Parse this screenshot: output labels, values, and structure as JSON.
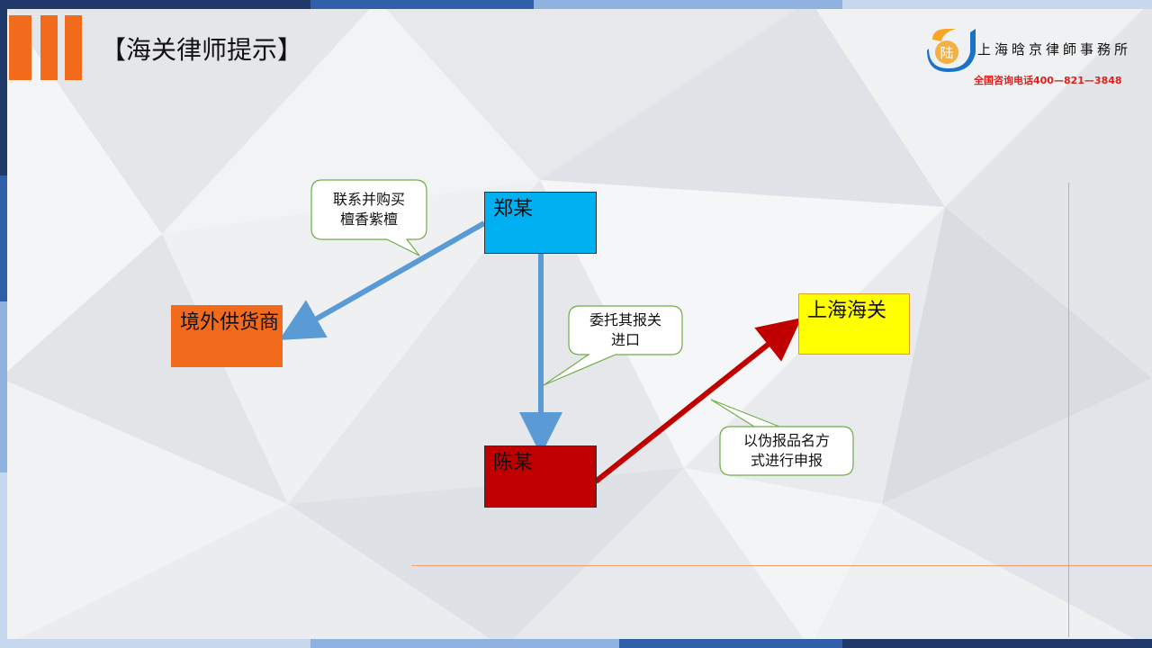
{
  "header": {
    "title": "【海关律师提示】",
    "logo_glyph": "陆",
    "firm_name": "上海晗京律師事務所",
    "hotline": "全国咨询电话400—821—3848"
  },
  "diagram": {
    "nodes": [
      {
        "id": "zheng",
        "label": "郑某",
        "color": "#00b0f0"
      },
      {
        "id": "supplier",
        "label": "境外供货商",
        "color": "#f26a1b"
      },
      {
        "id": "chen",
        "label": "陈某",
        "color": "#c00000"
      },
      {
        "id": "customs",
        "label": "上海海关",
        "color": "#ffff00"
      }
    ],
    "edges": [
      {
        "from": "zheng",
        "to": "supplier",
        "label": "联系并购买檀香紫檀",
        "color": "#5b9bd5"
      },
      {
        "from": "zheng",
        "to": "chen",
        "label": "委托其报关进口",
        "color": "#5b9bd5"
      },
      {
        "from": "chen",
        "to": "customs",
        "label": "以伪报品名方式进行申报",
        "color": "#c00000"
      }
    ],
    "callout_lines": [
      [
        "联系并购买",
        "檀香紫檀"
      ],
      [
        "委托其报关",
        "进口"
      ],
      [
        "以伪报品名方",
        "式进行申报"
      ]
    ]
  },
  "colors": {
    "accent_orange": "#f26a1b",
    "hotline_red": "#e0201c",
    "callout_border": "#70ad47"
  }
}
